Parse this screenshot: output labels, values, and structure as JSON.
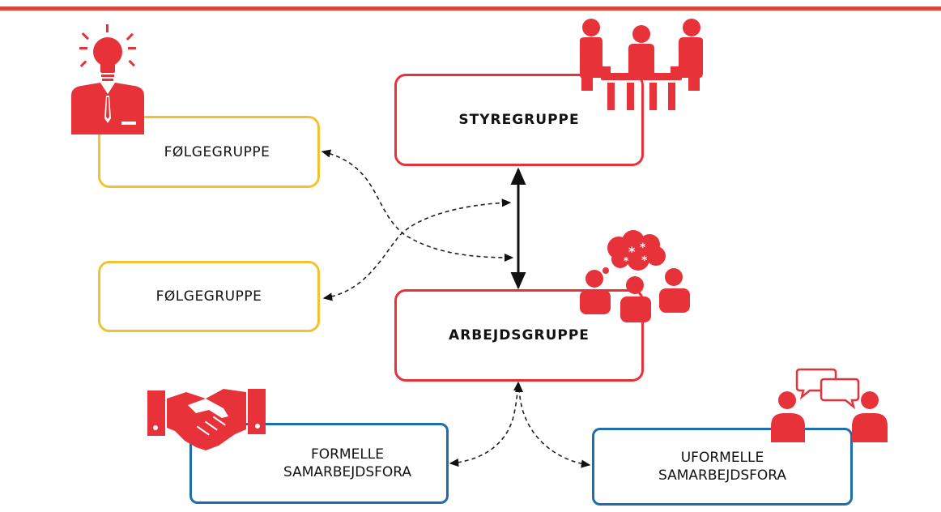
{
  "colors": {
    "accent_red": "#e8323a",
    "yellow": "#f2c232",
    "blue": "#1f6db1",
    "topbar": "#e0453c"
  },
  "boxes": {
    "styregruppe": "STYREGRUPPE",
    "arbejdsgruppe": "ARBEJDSGRUPPE",
    "folgegruppe_1": "FØLGEGRUPPE",
    "folgegruppe_2": "FØLGEGRUPPE",
    "formelle": {
      "line1": "FORMELLE",
      "line2": "SAMARBEJDSFORA"
    },
    "uformelle": {
      "line1": "UFORMELLE",
      "line2": "SAMARBEJDSFORA"
    }
  },
  "icons": {
    "folgegruppe_1": "businessman-lightbulb-icon",
    "styregruppe": "meeting-table-icon",
    "arbejdsgruppe": "team-brainstorm-icon",
    "formelle": "handshake-icon",
    "uformelle": "conversation-icon"
  }
}
